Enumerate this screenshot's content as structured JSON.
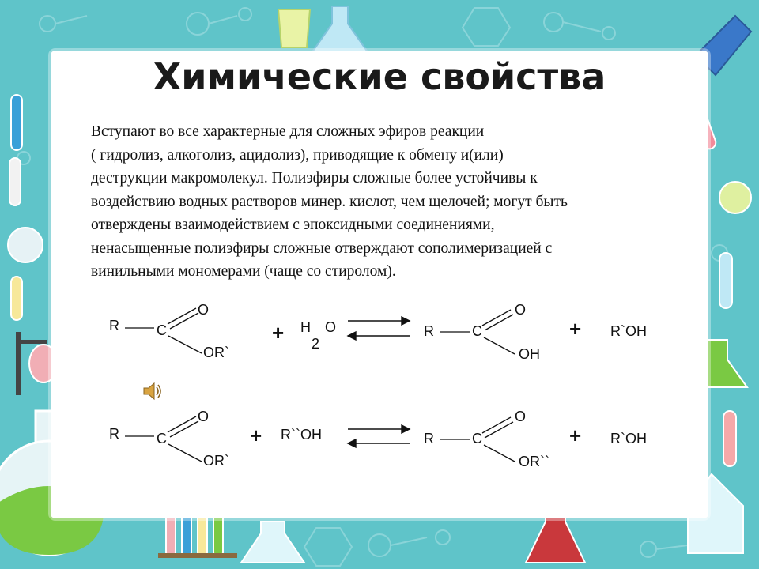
{
  "slide": {
    "title": "Химические свойства",
    "body_lines": [
      "Вступают во все характерные для сложных эфиров реакции",
      "( гидролиз, алкоголиз, ацидолиз), приводящие к обмену и(или)",
      "деструкции макромолекул. Полиэфиры сложные более устойчивы к",
      "воздействию водных растворов минер. кислот, чем щелочей; могут быть",
      "отверждены взаимодействием с эпоксидными соединениями,",
      "ненасыщенные полиэфиры сложные отверждают сополимеризацией с",
      "винильными мономерами (чаще со стиролом)."
    ]
  },
  "reaction1": {
    "r": "R",
    "c": "C",
    "o": "O",
    "or": "OR`",
    "plus1": "+",
    "reagent_h": "H",
    "reagent_sub": "2",
    "reagent_o": "O",
    "p_r": "R",
    "p_c": "C",
    "p_o": "O",
    "p_oh": "OH",
    "plus2": "+",
    "byproduct": "R`OH"
  },
  "reaction2": {
    "r": "R",
    "c": "C",
    "o": "O",
    "or": "OR`",
    "plus1": "+",
    "reagent": "R``OH",
    "p_r": "R",
    "p_c": "C",
    "p_o": "O",
    "p_or": "OR``",
    "plus2": "+",
    "byproduct": "R`OH"
  },
  "colors": {
    "frame": "#5fc4c9",
    "panel": "#ffffff",
    "flask_green": "#7ac943",
    "speaker": "#d9a441"
  },
  "icons": [
    "speaker-icon",
    "flask-icon",
    "test-tube-icon",
    "molecule-icon"
  ]
}
